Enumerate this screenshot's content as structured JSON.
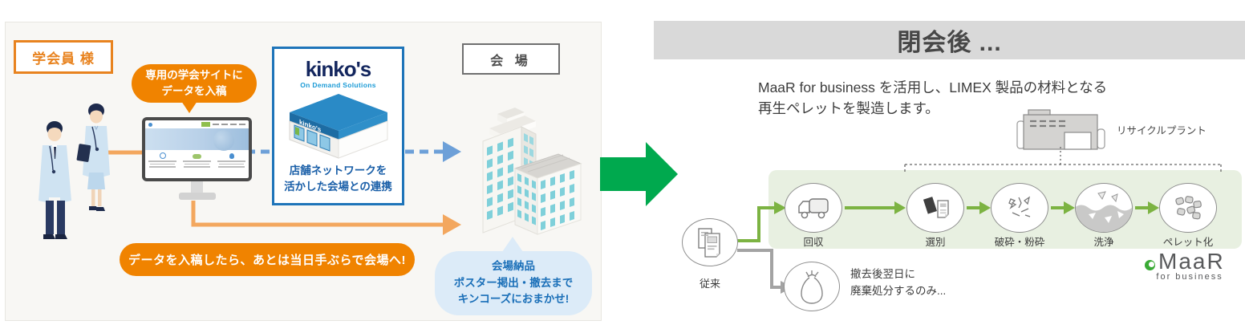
{
  "left_panel": {
    "actor_label": "学会員 様",
    "submit_bubble": {
      "line1": "専用の学会サイトに",
      "line2": "データを入稿"
    },
    "kinkos": {
      "logo": "kinko's",
      "tagline": "On Demand Solutions",
      "store_sign": "kinko's",
      "caption_line1": "店舗ネットワークを",
      "caption_line2": "活かした会場との連携"
    },
    "venue_label": "会 場",
    "banner": "データを入稿したら、あとは当日手ぶらで会場へ!",
    "venue_bubble": {
      "line1": "会場納品",
      "line2": "ポスター掲出・撤去まで",
      "line3": "キンコーズにおまかせ!"
    }
  },
  "right_panel": {
    "header": "閉会後 ...",
    "description": {
      "line1": "MaaR for business を活用し、LIMEX 製品の材料となる",
      "line2": "再生ペレットを製造します。"
    },
    "recycle_plant_label": "リサイクルプラント",
    "flow_steps": [
      "回収",
      "選別",
      "破砕・粉砕",
      "洗浄",
      "ペレット化"
    ],
    "conventional_label": "従来",
    "disposal": {
      "line1": "撤去後翌日に",
      "line2": "廃棄処分するのみ..."
    },
    "maar_logo": {
      "name": "MaaR",
      "sub": "for business"
    }
  },
  "colors": {
    "orange": "#f08300",
    "orange_light_arrow": "#f3a75e",
    "kinkos_border_blue": "#1e74b9",
    "kinkos_navy": "#13265e",
    "kinkos_cyan": "#1a9ad6",
    "kinkos_text_blue": "#1a5fa8",
    "blue_dashed_arrow": "#6da0d8",
    "light_blue_bubble_bg": "#dcebf8",
    "light_blue_bubble_text": "#1a6fb8",
    "big_arrow_green": "#00a94e",
    "flow_arrow_green": "#7cb342",
    "band_green": "#e8f0e1",
    "header_gray": "#d9d9d9",
    "maar_green": "#3aaa35"
  }
}
